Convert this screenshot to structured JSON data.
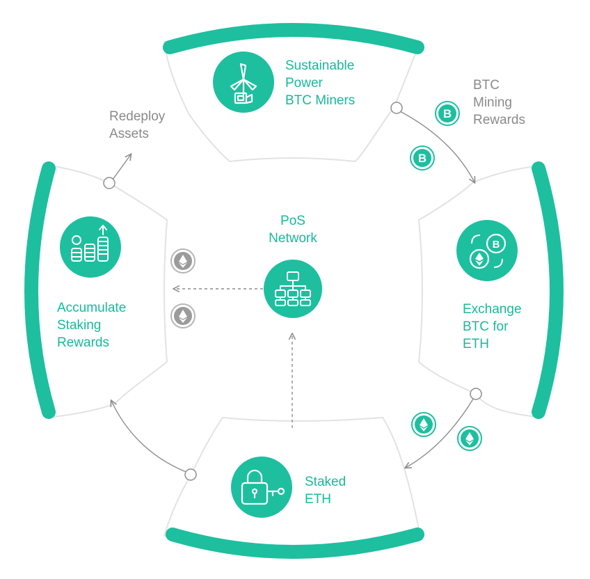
{
  "colors": {
    "accent": "#1dbf9f",
    "accent_dark": "#18b99a",
    "label_grey": "#8a8a8a",
    "outline": "#e2e2e2",
    "arrow": "#8c8c8c",
    "coin_grey": "#9b9b9b"
  },
  "nodes": {
    "miners": {
      "lines": [
        "Sustainable",
        "Power",
        "BTC Miners"
      ],
      "icon": "wind-turbine-miner-icon"
    },
    "exchange": {
      "lines": [
        "Exchange",
        "BTC for",
        "ETH"
      ],
      "icon": "btc-eth-swap-icon"
    },
    "staked": {
      "lines": [
        "Staked",
        "ETH"
      ],
      "icon": "padlock-key-icon"
    },
    "rewards": {
      "lines": [
        "Accumulate",
        "Staking",
        "Rewards"
      ],
      "icon": "coin-stacks-growth-icon"
    },
    "pos": {
      "lines": [
        "PoS",
        "Network"
      ],
      "icon": "network-hierarchy-icon"
    }
  },
  "annotations": {
    "btc_rewards": {
      "lines": [
        "BTC",
        "Mining",
        "Rewards"
      ]
    },
    "redeploy": {
      "lines": [
        "Redeploy",
        "Assets"
      ]
    }
  },
  "coins": {
    "btc_symbol": "B",
    "btc_icon": "bitcoin-coin-icon",
    "eth_icon": "ethereum-coin-icon"
  }
}
